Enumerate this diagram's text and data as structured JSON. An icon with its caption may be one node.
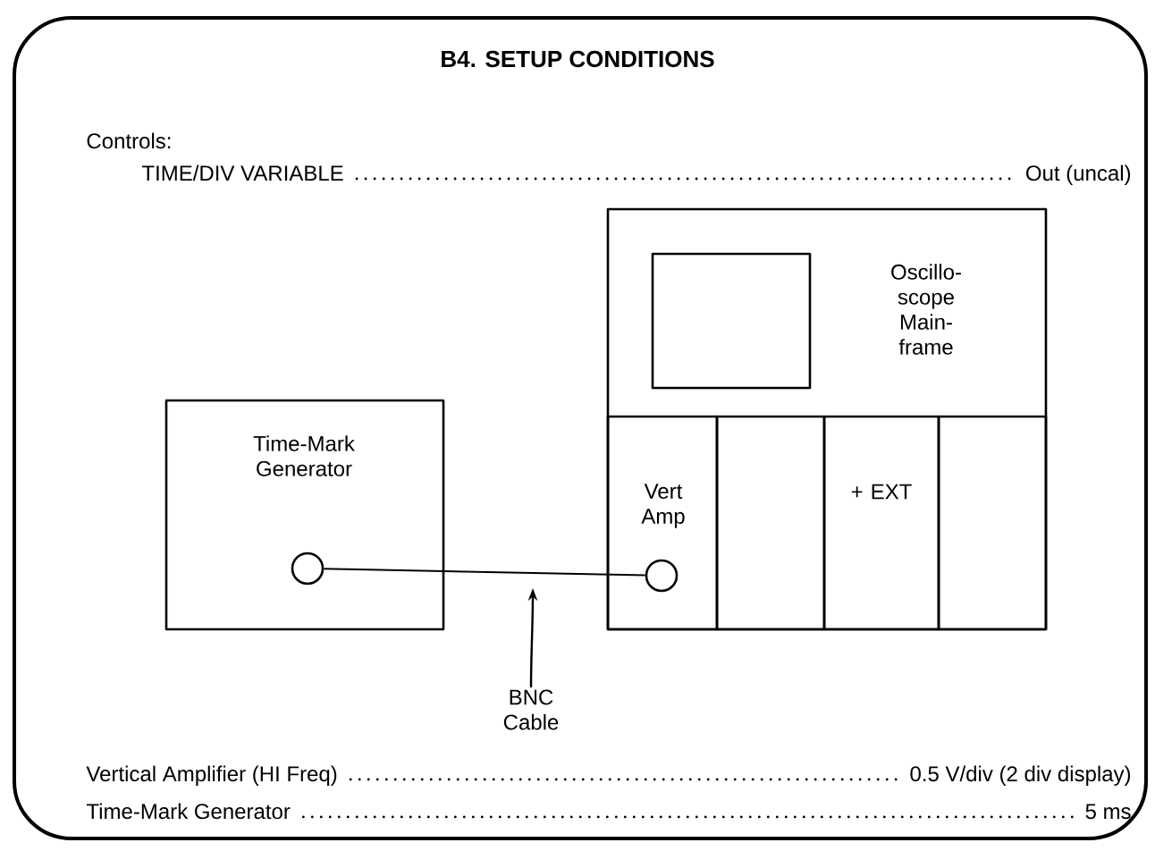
{
  "diagram": {
    "title": "B4. SETUP CONDITIONS",
    "nodes": [
      {
        "text": [
          "Time-Mark Generator"
        ]
      },
      {
        "text": [],
        "shape": "circle",
        "in": 0
      },
      {
        "text": [
          "Oscillo- scope Main- frame"
        ]
      },
      {
        "text": [
          "Vert Amp"
        ],
        "in": 2
      },
      {
        "text": [],
        "shape": "box",
        "in": 2
      },
      {
        "text": [
          "+ EXT"
        ],
        "in": 2
      },
      {
        "text": [],
        "shape": "box",
        "in": 2
      },
      {
        "text": [],
        "shape": "circle",
        "in": 3
      },
      {
        "text": [
          "BNC Cable"
        ]
      }
    ],
    "edges": [
      {
        "from": 1,
        "to": 7,
        "arrow": "none"
      },
      {
        "from": 8,
        "to": null,
        "arrow": "to"
      }
    ],
    "labels": [
      "Controls:",
      "TIME/DIV VARIABLE",
      "Out (uncal)",
      "Vertical Amplifier (HI Freq)",
      "0.5 V/div (2 div display)",
      "Time-Mark Generator",
      "5 ms"
    ]
  }
}
